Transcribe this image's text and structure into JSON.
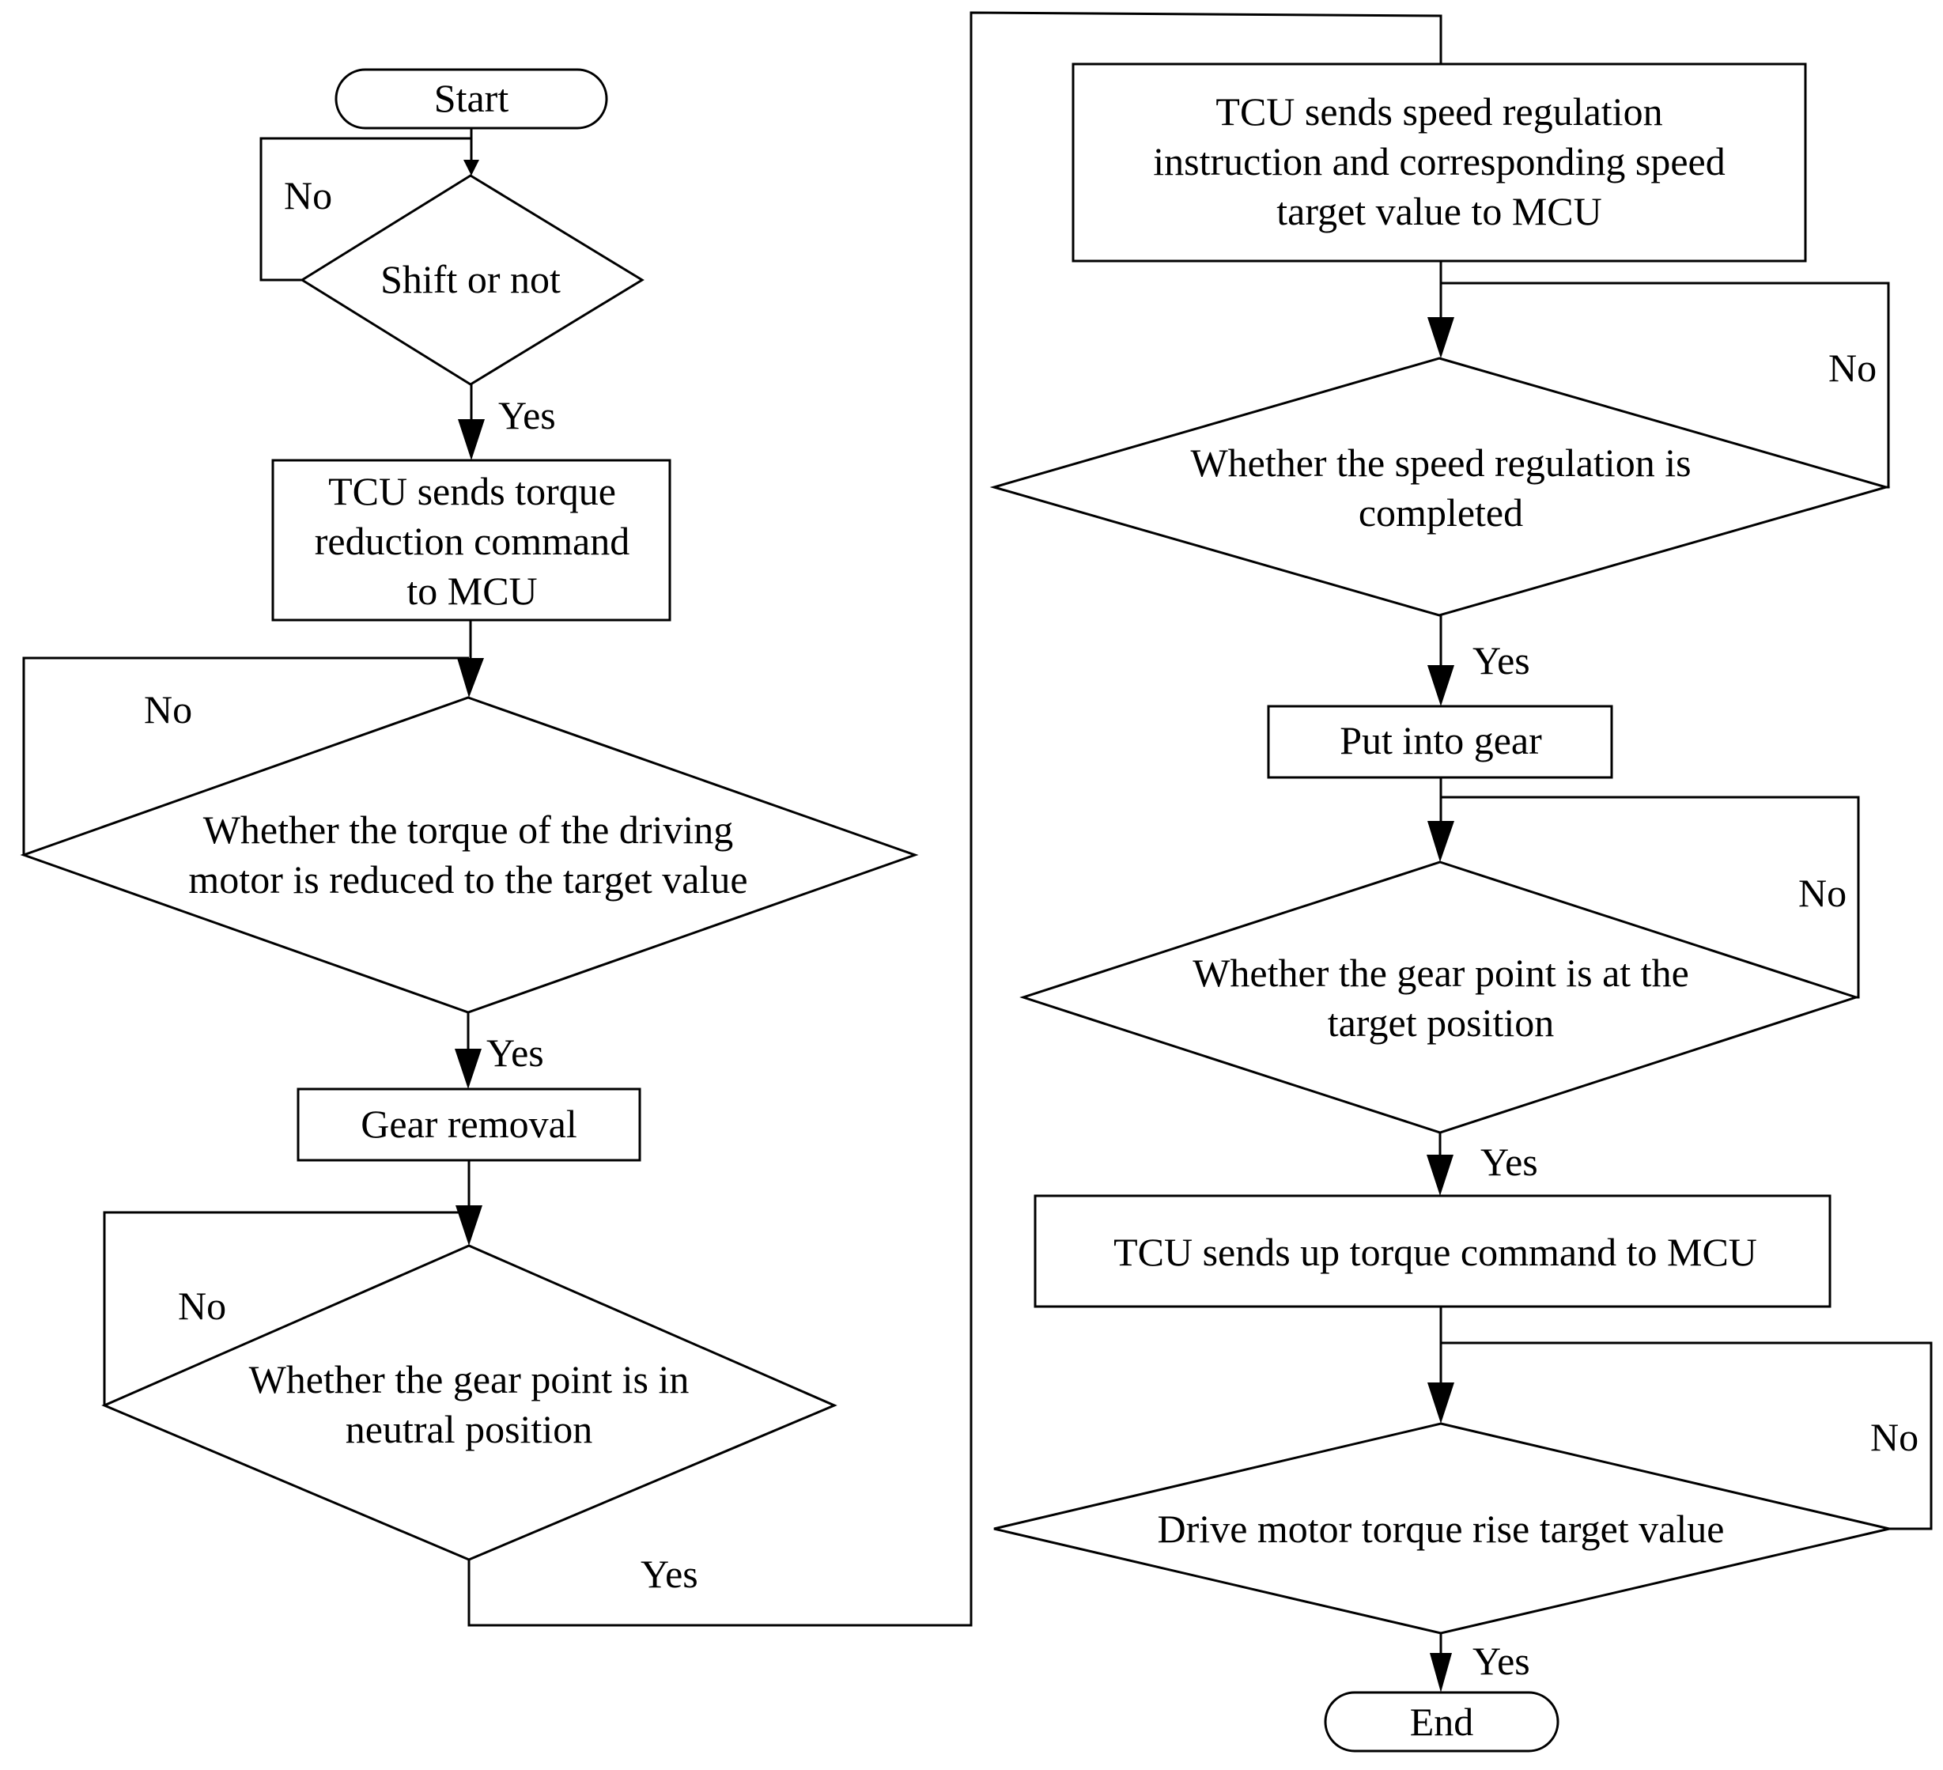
{
  "nodes": {
    "start": "Start",
    "shift": [
      "Shift or not"
    ],
    "tcu_torque_reduce": [
      "TCU sends torque",
      "reduction command",
      "to MCU"
    ],
    "torque_reduced_check": [
      "Whether the torque of the driving",
      "motor is reduced to the target value"
    ],
    "gear_removal": [
      "Gear removal"
    ],
    "neutral_check": [
      "Whether the gear point is in",
      "neutral position"
    ],
    "tcu_speed_reg": [
      "TCU sends speed regulation",
      "instruction and corresponding speed",
      "target value to MCU"
    ],
    "speed_reg_check": [
      "Whether the speed regulation is",
      "completed"
    ],
    "put_into_gear": [
      "Put into gear"
    ],
    "gear_target_check": [
      "Whether the gear point is at the",
      "target position"
    ],
    "tcu_torque_up": [
      "TCU sends up torque command to MCU"
    ],
    "torque_rise_check": [
      "Drive motor torque rise target value"
    ],
    "end": "End"
  },
  "labels": {
    "no": "No",
    "yes": "Yes"
  }
}
